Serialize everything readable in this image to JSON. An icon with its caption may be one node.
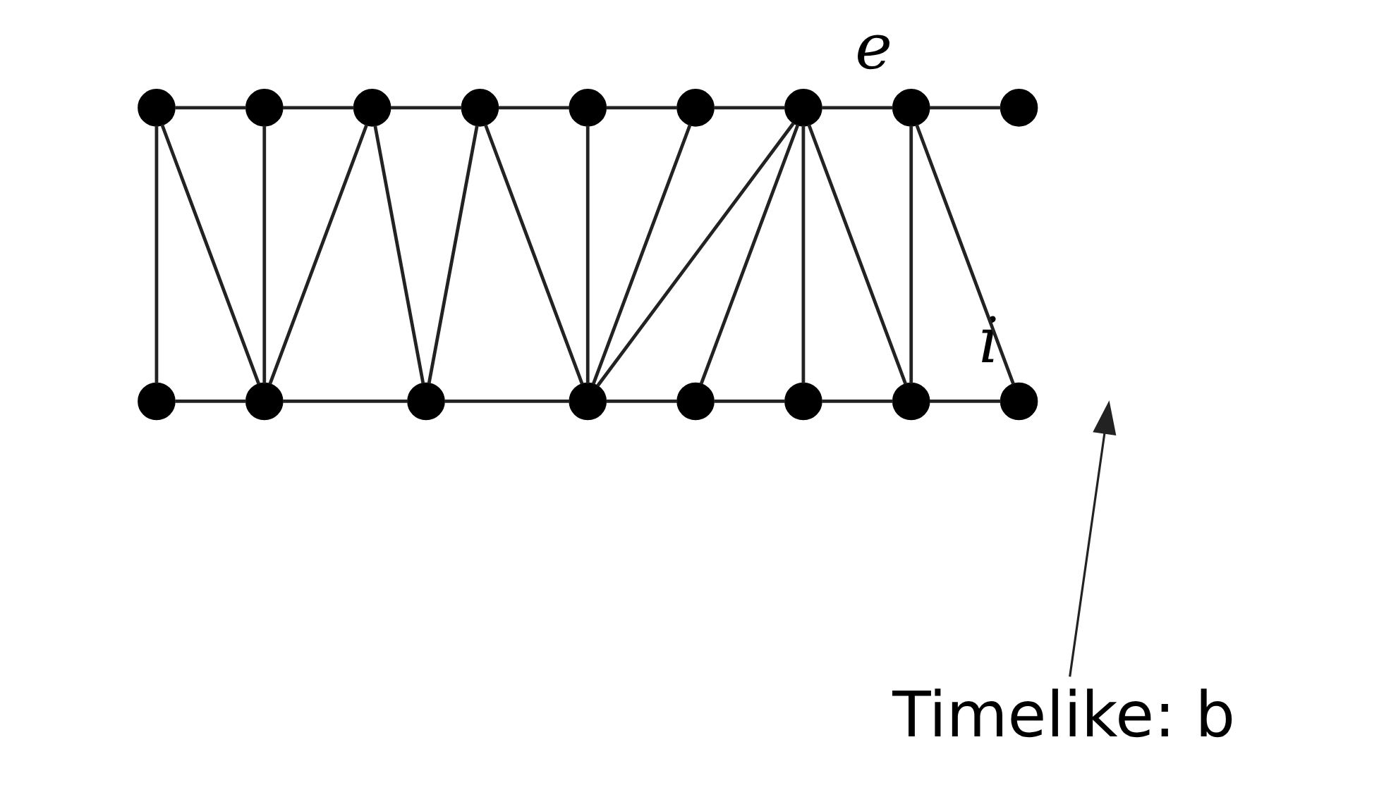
{
  "diagram": {
    "nodes": [
      {
        "text": [],
        "shape": "circle"
      },
      {
        "text": [],
        "shape": "circle"
      },
      {
        "text": [],
        "shape": "circle"
      },
      {
        "text": [],
        "shape": "circle"
      },
      {
        "text": [],
        "shape": "circle"
      },
      {
        "text": [],
        "shape": "circle"
      },
      {
        "text": [],
        "shape": "circle"
      },
      {
        "text": [],
        "shape": "circle",
        "beside": [
          "e"
        ]
      },
      {
        "text": [],
        "shape": "circle"
      },
      {
        "text": [],
        "shape": "circle"
      },
      {
        "text": [],
        "shape": "circle"
      },
      {
        "text": [],
        "shape": "circle"
      },
      {
        "text": [],
        "shape": "circle"
      },
      {
        "text": [],
        "shape": "circle"
      },
      {
        "text": [],
        "shape": "circle"
      },
      {
        "text": [],
        "shape": "circle"
      },
      {
        "text": [],
        "shape": "circle",
        "beside": [
          "i"
        ]
      },
      {
        "text": [
          "Timelike: b"
        ]
      }
    ],
    "edges": [
      {
        "from": 0,
        "to": 1,
        "arrow": "none"
      },
      {
        "from": 1,
        "to": 2,
        "arrow": "none"
      },
      {
        "from": 2,
        "to": 3,
        "arrow": "none"
      },
      {
        "from": 3,
        "to": 4,
        "arrow": "none"
      },
      {
        "from": 4,
        "to": 5,
        "arrow": "none"
      },
      {
        "from": 5,
        "to": 6,
        "arrow": "none"
      },
      {
        "from": 6,
        "to": 7,
        "arrow": "none"
      },
      {
        "from": 7,
        "to": 8,
        "arrow": "none"
      },
      {
        "from": 9,
        "to": 10,
        "arrow": "none"
      },
      {
        "from": 10,
        "to": 11,
        "arrow": "none"
      },
      {
        "from": 11,
        "to": 12,
        "arrow": "none"
      },
      {
        "from": 12,
        "to": 13,
        "arrow": "none"
      },
      {
        "from": 13,
        "to": 14,
        "arrow": "none"
      },
      {
        "from": 14,
        "to": 15,
        "arrow": "none"
      },
      {
        "from": 15,
        "to": 16,
        "arrow": "none"
      },
      {
        "from": 0,
        "to": 9,
        "arrow": "none"
      },
      {
        "from": 0,
        "to": 10,
        "arrow": "none"
      },
      {
        "from": 1,
        "to": 10,
        "arrow": "none"
      },
      {
        "from": 2,
        "to": 10,
        "arrow": "none"
      },
      {
        "from": 2,
        "to": 11,
        "arrow": "none"
      },
      {
        "from": 3,
        "to": 11,
        "arrow": "none"
      },
      {
        "from": 3,
        "to": 12,
        "arrow": "none"
      },
      {
        "from": 4,
        "to": 12,
        "arrow": "none"
      },
      {
        "from": 5,
        "to": 12,
        "arrow": "none"
      },
      {
        "from": 6,
        "to": 12,
        "arrow": "none"
      },
      {
        "from": 6,
        "to": 13,
        "arrow": "none"
      },
      {
        "from": 6,
        "to": 14,
        "arrow": "none"
      },
      {
        "from": 6,
        "to": 15,
        "arrow": "none"
      },
      {
        "from": 7,
        "to": 15,
        "arrow": "none"
      },
      {
        "from": 7,
        "to": 16,
        "arrow": "none"
      },
      {
        "from": 17,
        "to": null,
        "arrow": "to"
      }
    ]
  }
}
